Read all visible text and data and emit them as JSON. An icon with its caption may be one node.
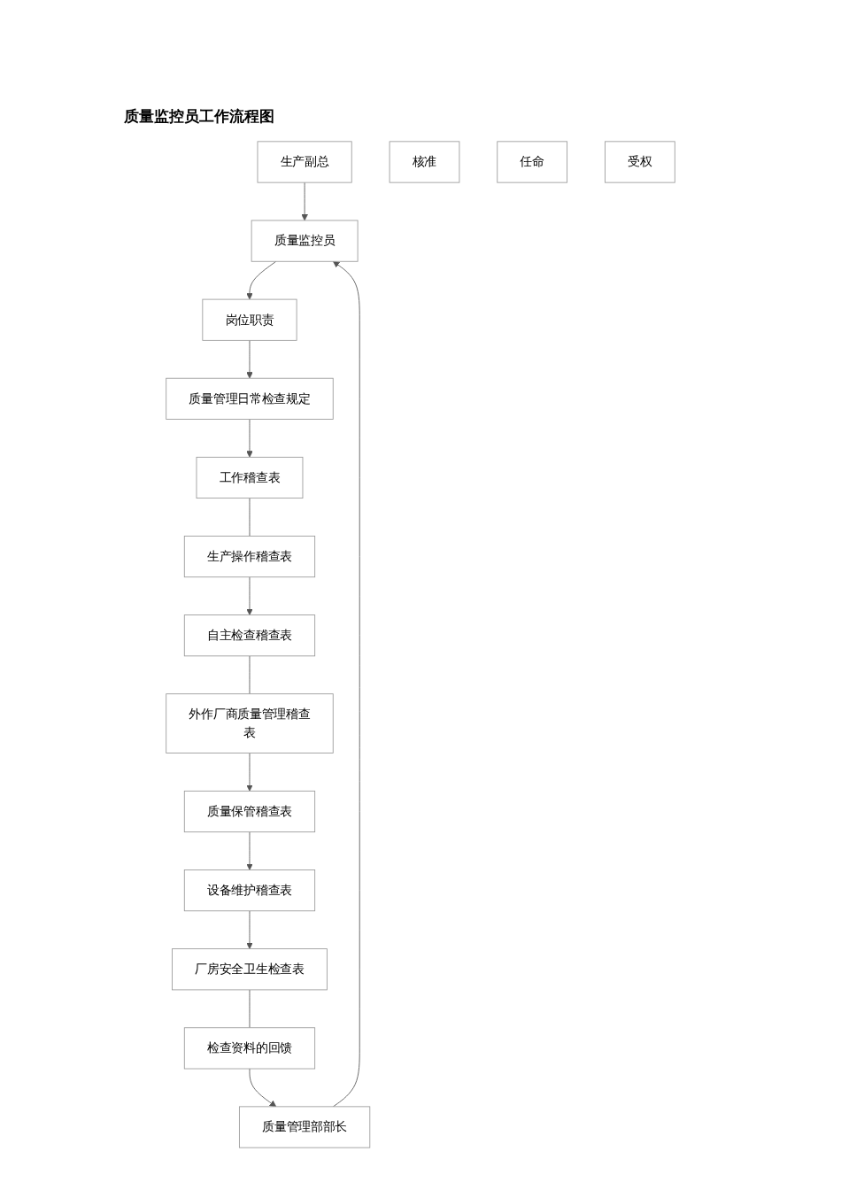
{
  "diagram": {
    "title": "质量监控员工作流程图",
    "nodes": [
      {
        "text": [
          "生产副总"
        ]
      },
      {
        "text": [
          "核准"
        ]
      },
      {
        "text": [
          "任命"
        ]
      },
      {
        "text": [
          "质量管理部部长"
        ]
      },
      {
        "text": [
          "质量监控员"
        ]
      },
      {
        "text": [
          "岗位职责"
        ]
      },
      {
        "text": [
          "质量管理日常检查规定"
        ]
      },
      {
        "text": [
          "工作稽查表"
        ]
      },
      {
        "text": [
          "受权"
        ]
      },
      {
        "text": [
          "生产操作稽查表"
        ]
      },
      {
        "text": [
          "检查资料的回馈"
        ]
      },
      {
        "text": [
          "自主检查稽查表"
        ]
      },
      {
        "text": [
          "厂房安全卫生检查表"
        ]
      },
      {
        "text": [
          "设备维护稽查表"
        ]
      },
      {
        "text": [
          "质量保管稽查表"
        ]
      },
      {
        "text": [
          "外作厂商质量管理稽查表"
        ]
      }
    ],
    "edges": [
      {
        "from": 0,
        "to": 4,
        "arrow": "to"
      },
      {
        "from": 3,
        "to": 4,
        "arrow": "to"
      },
      {
        "from": 4,
        "to": 5,
        "arrow": "to"
      },
      {
        "from": 5,
        "to": 6,
        "arrow": "to"
      },
      {
        "from": 6,
        "to": 7,
        "arrow": "to"
      },
      {
        "from": 7,
        "to": 9,
        "arrow": "none"
      },
      {
        "from": 9,
        "to": 11,
        "arrow": "to"
      },
      {
        "from": 11,
        "to": 15,
        "arrow": "none"
      },
      {
        "from": 15,
        "to": 14,
        "arrow": "to"
      },
      {
        "from": 14,
        "to": 13,
        "arrow": "to"
      },
      {
        "from": 13,
        "to": 12,
        "arrow": "to"
      },
      {
        "from": 12,
        "to": 10,
        "arrow": "none"
      },
      {
        "from": 10,
        "to": 3,
        "arrow": "to"
      }
    ]
  }
}
